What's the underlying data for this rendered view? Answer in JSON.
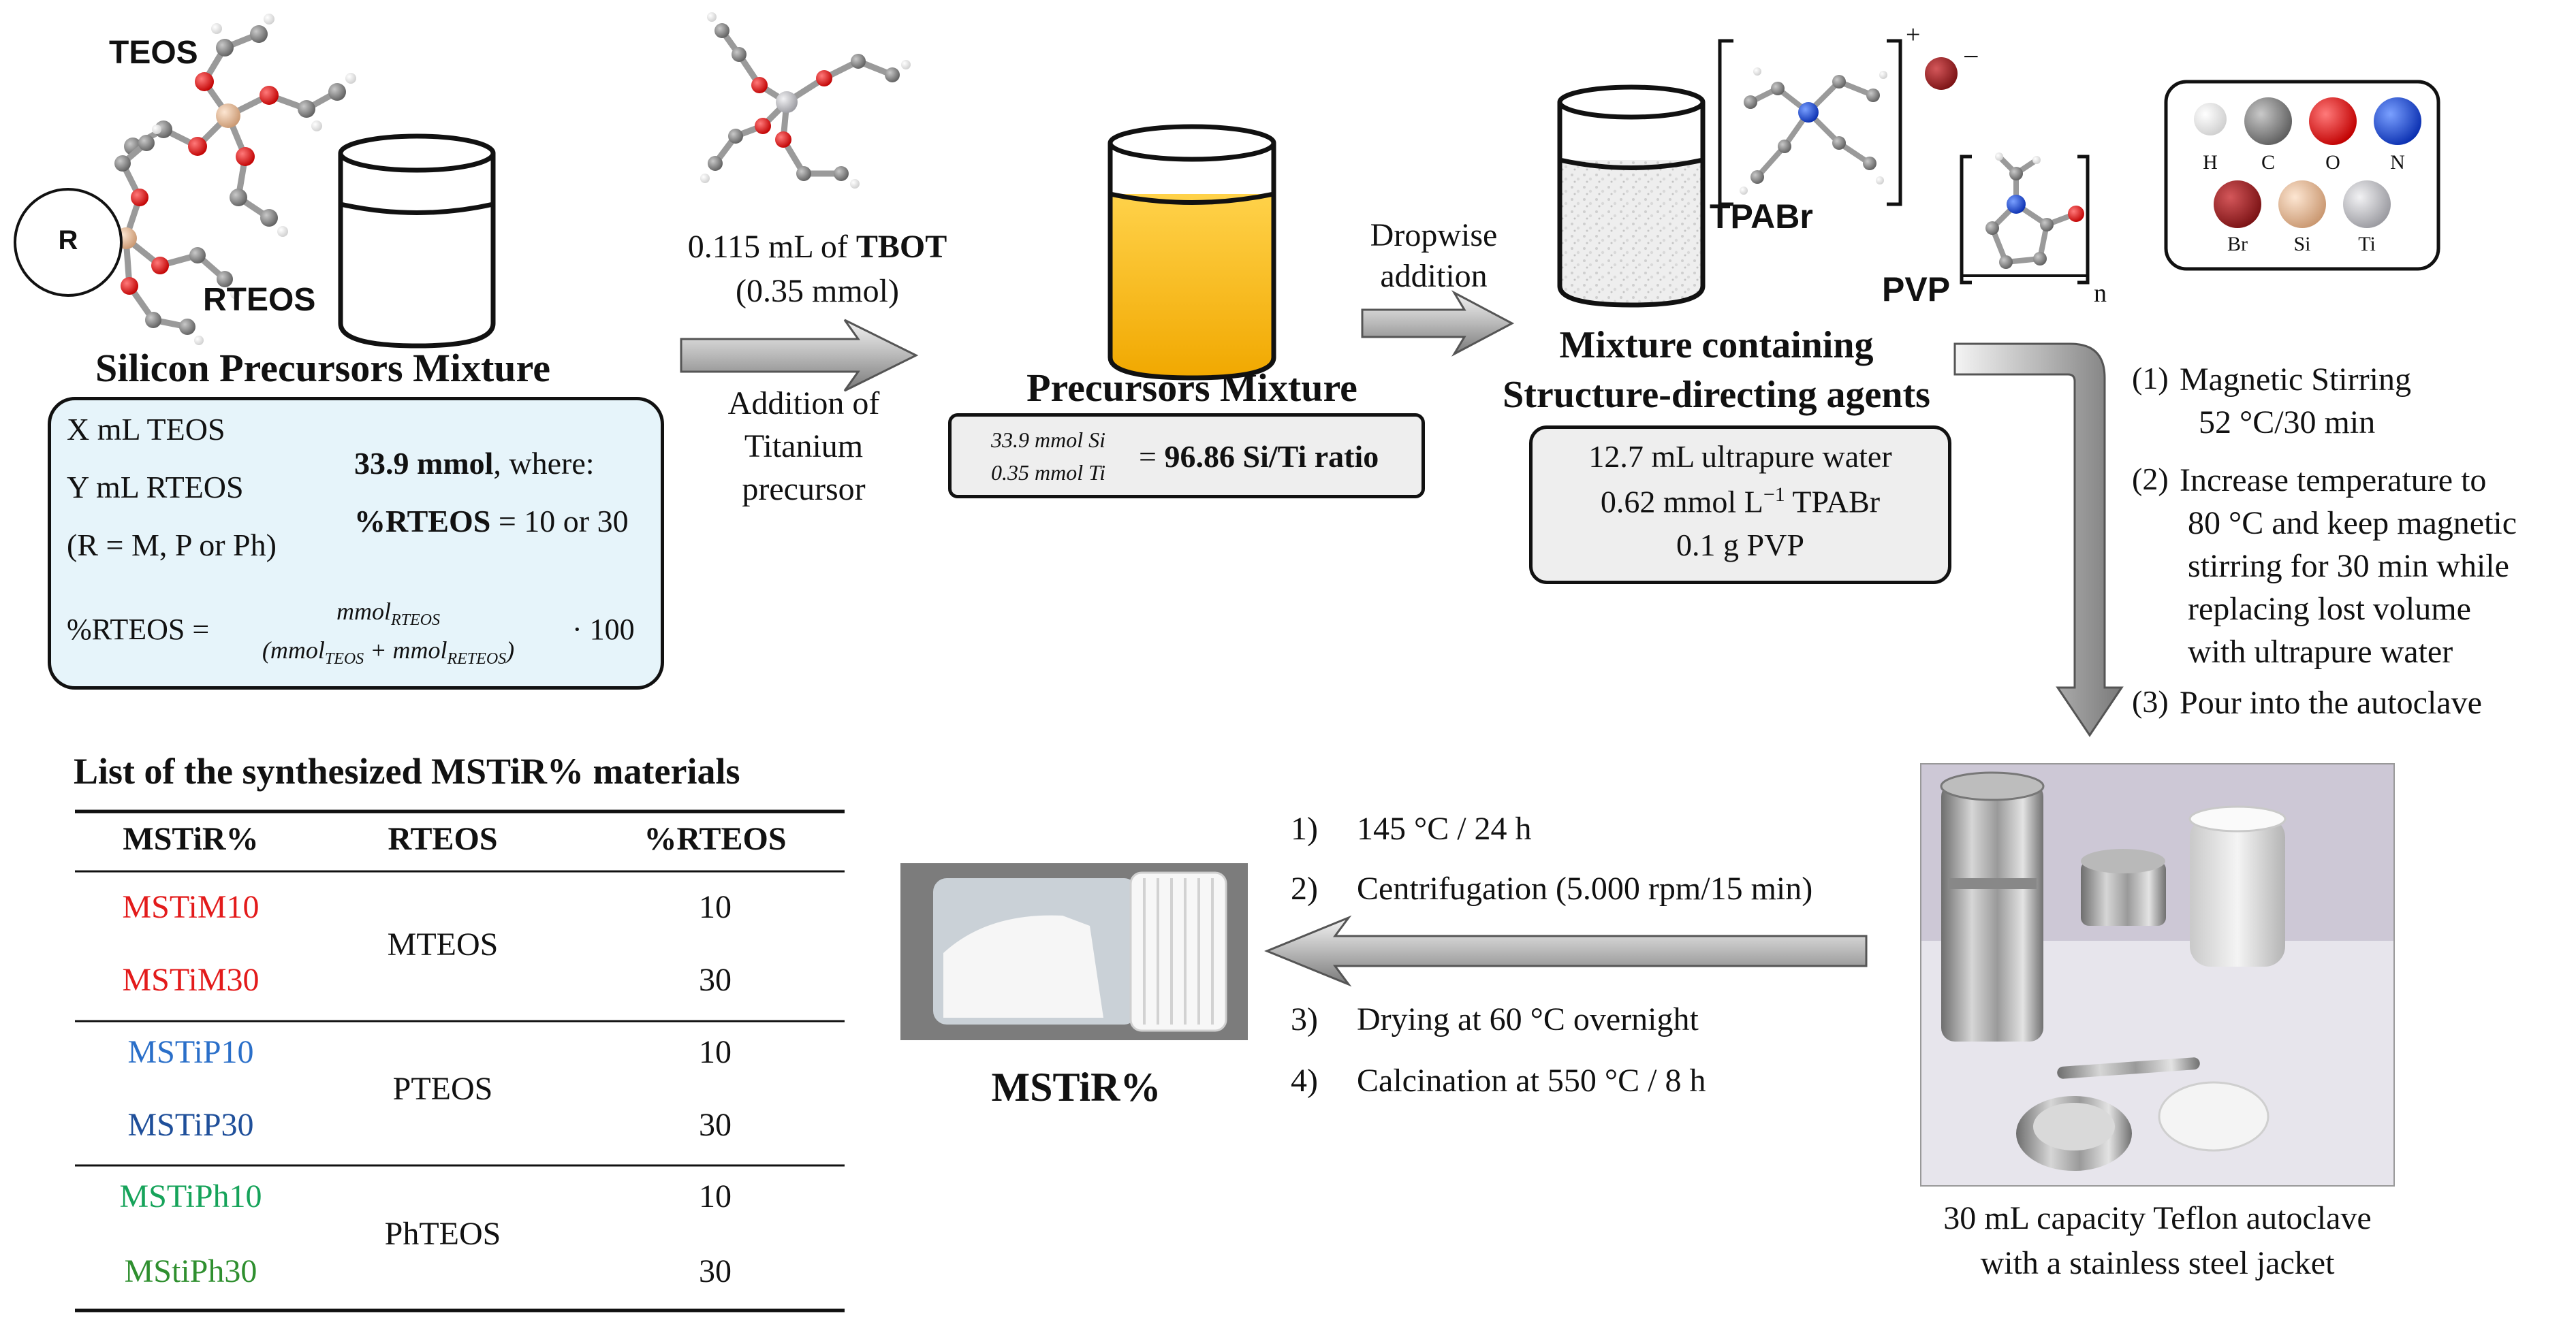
{
  "step1": {
    "teos_label": "TEOS",
    "rteos_label": "RTEOS",
    "r_circle": "R",
    "title": "Silicon Precursors Mixture",
    "line_x": "X mL TEOS",
    "line_y": "Y mL RTEOS",
    "line_r": "(R = M, P or Ph)",
    "mmol_bold": "33.9 mmol",
    "mmol_rest": ", where:",
    "pct_bold": "%RTEOS",
    "pct_rest": " = 10 or 30",
    "formula_lhs": "%RTEOS =",
    "formula_num": "mmol",
    "formula_num_sub": "RTEOS",
    "formula_den_a": "(mmol",
    "formula_den_a_sub": "TEOS",
    "formula_den_plus": "+ mmol",
    "formula_den_b_sub": "RETEOS",
    "formula_den_close": ")",
    "formula_mult": "· 100"
  },
  "step2": {
    "tbot_line": "0.115 mL of ",
    "tbot_bold": "TBOT",
    "tbot_mmol": "(0.35 mmol)",
    "arrow_l1": "Addition of",
    "arrow_l2": "Titanium",
    "arrow_l3": "precursor",
    "title": "Precursors Mixture",
    "ratio_num": "33.9 mmol Si",
    "ratio_den": "0.35 mmol Ti",
    "ratio_eq": "= ",
    "ratio_bold": "96.86 Si/Ti ratio"
  },
  "step3": {
    "dropwise_l1": "Dropwise",
    "dropwise_l2": "addition",
    "tpabr": "TPABr",
    "pvp": "PVP",
    "n_sub": "n",
    "plus": "+",
    "minus": "−",
    "title_l1": "Mixture containing",
    "title_l2": "Structure-directing agents",
    "line1": "12.7 mL ultrapure  water",
    "line2": "0.62 mmol L",
    "line2_sup": "−1",
    "line2_rest": " TPABr",
    "line3": "0.1 g PVP"
  },
  "legend": {
    "atoms": [
      "H",
      "C",
      "O",
      "N",
      "Br",
      "Si",
      "Ti"
    ],
    "colors": {
      "H": "#f2f2f2",
      "C": "#8a8a8a",
      "O": "#e01010",
      "N": "#1a4fd6",
      "Br": "#a31f22",
      "Si": "#e9bf9a",
      "Ti": "#c8c8cc"
    }
  },
  "steps": {
    "s1_num": "(1)",
    "s1_l1": "Magnetic Stirring",
    "s1_l2": "52 °C/30  min",
    "s2_num": "(2)",
    "s2_l1": " Increase temperature to",
    "s2_l2": "80 °C and keep magnetic",
    "s2_l3": "stirring for 30 min while",
    "s2_l4": "replacing lost volume",
    "s2_l5": "with ultrapure  water",
    "s3_num": "(3)",
    "s3_l1": "Pour into the autoclave"
  },
  "autoclave": {
    "caption_l1": "30 mL capacity  Teflon autoclave",
    "caption_l2": "with a stainless steel jacket"
  },
  "treatment": {
    "n1": "1)",
    "t1": "145 °C / 24 h",
    "n2": "2)",
    "t2": "Centrifugation  (5.000 rpm/15 min)",
    "n3": "3)",
    "t3": "Drying at 60 °C overnight",
    "n4": "4)",
    "t4": "Calcination  at 550 °C / 8 h"
  },
  "product": {
    "label": "MSTiR%"
  },
  "table": {
    "title": "List of the synthesized MSTiR% materials",
    "headers": [
      "MSTiR%",
      "RTEOS",
      "%RTEOS"
    ],
    "groups": [
      {
        "rteos": "MTEOS",
        "rows": [
          {
            "name": "MSTiM10",
            "pct": "10",
            "color": "#e31b1b"
          },
          {
            "name": "MSTiM30",
            "pct": "30",
            "color": "#e31b1b"
          }
        ]
      },
      {
        "rteos": "PTEOS",
        "rows": [
          {
            "name": "MSTiP10",
            "pct": "10",
            "color": "#2a6fc9"
          },
          {
            "name": "MSTiP30",
            "pct": "30",
            "color": "#1f4f9a"
          }
        ]
      },
      {
        "rteos": "PhTEOS",
        "rows": [
          {
            "name": "MSTiPh10",
            "pct": "10",
            "color": "#16a35a"
          },
          {
            "name": "MStiPh30",
            "pct": "30",
            "color": "#2f8f2f"
          }
        ]
      }
    ]
  }
}
